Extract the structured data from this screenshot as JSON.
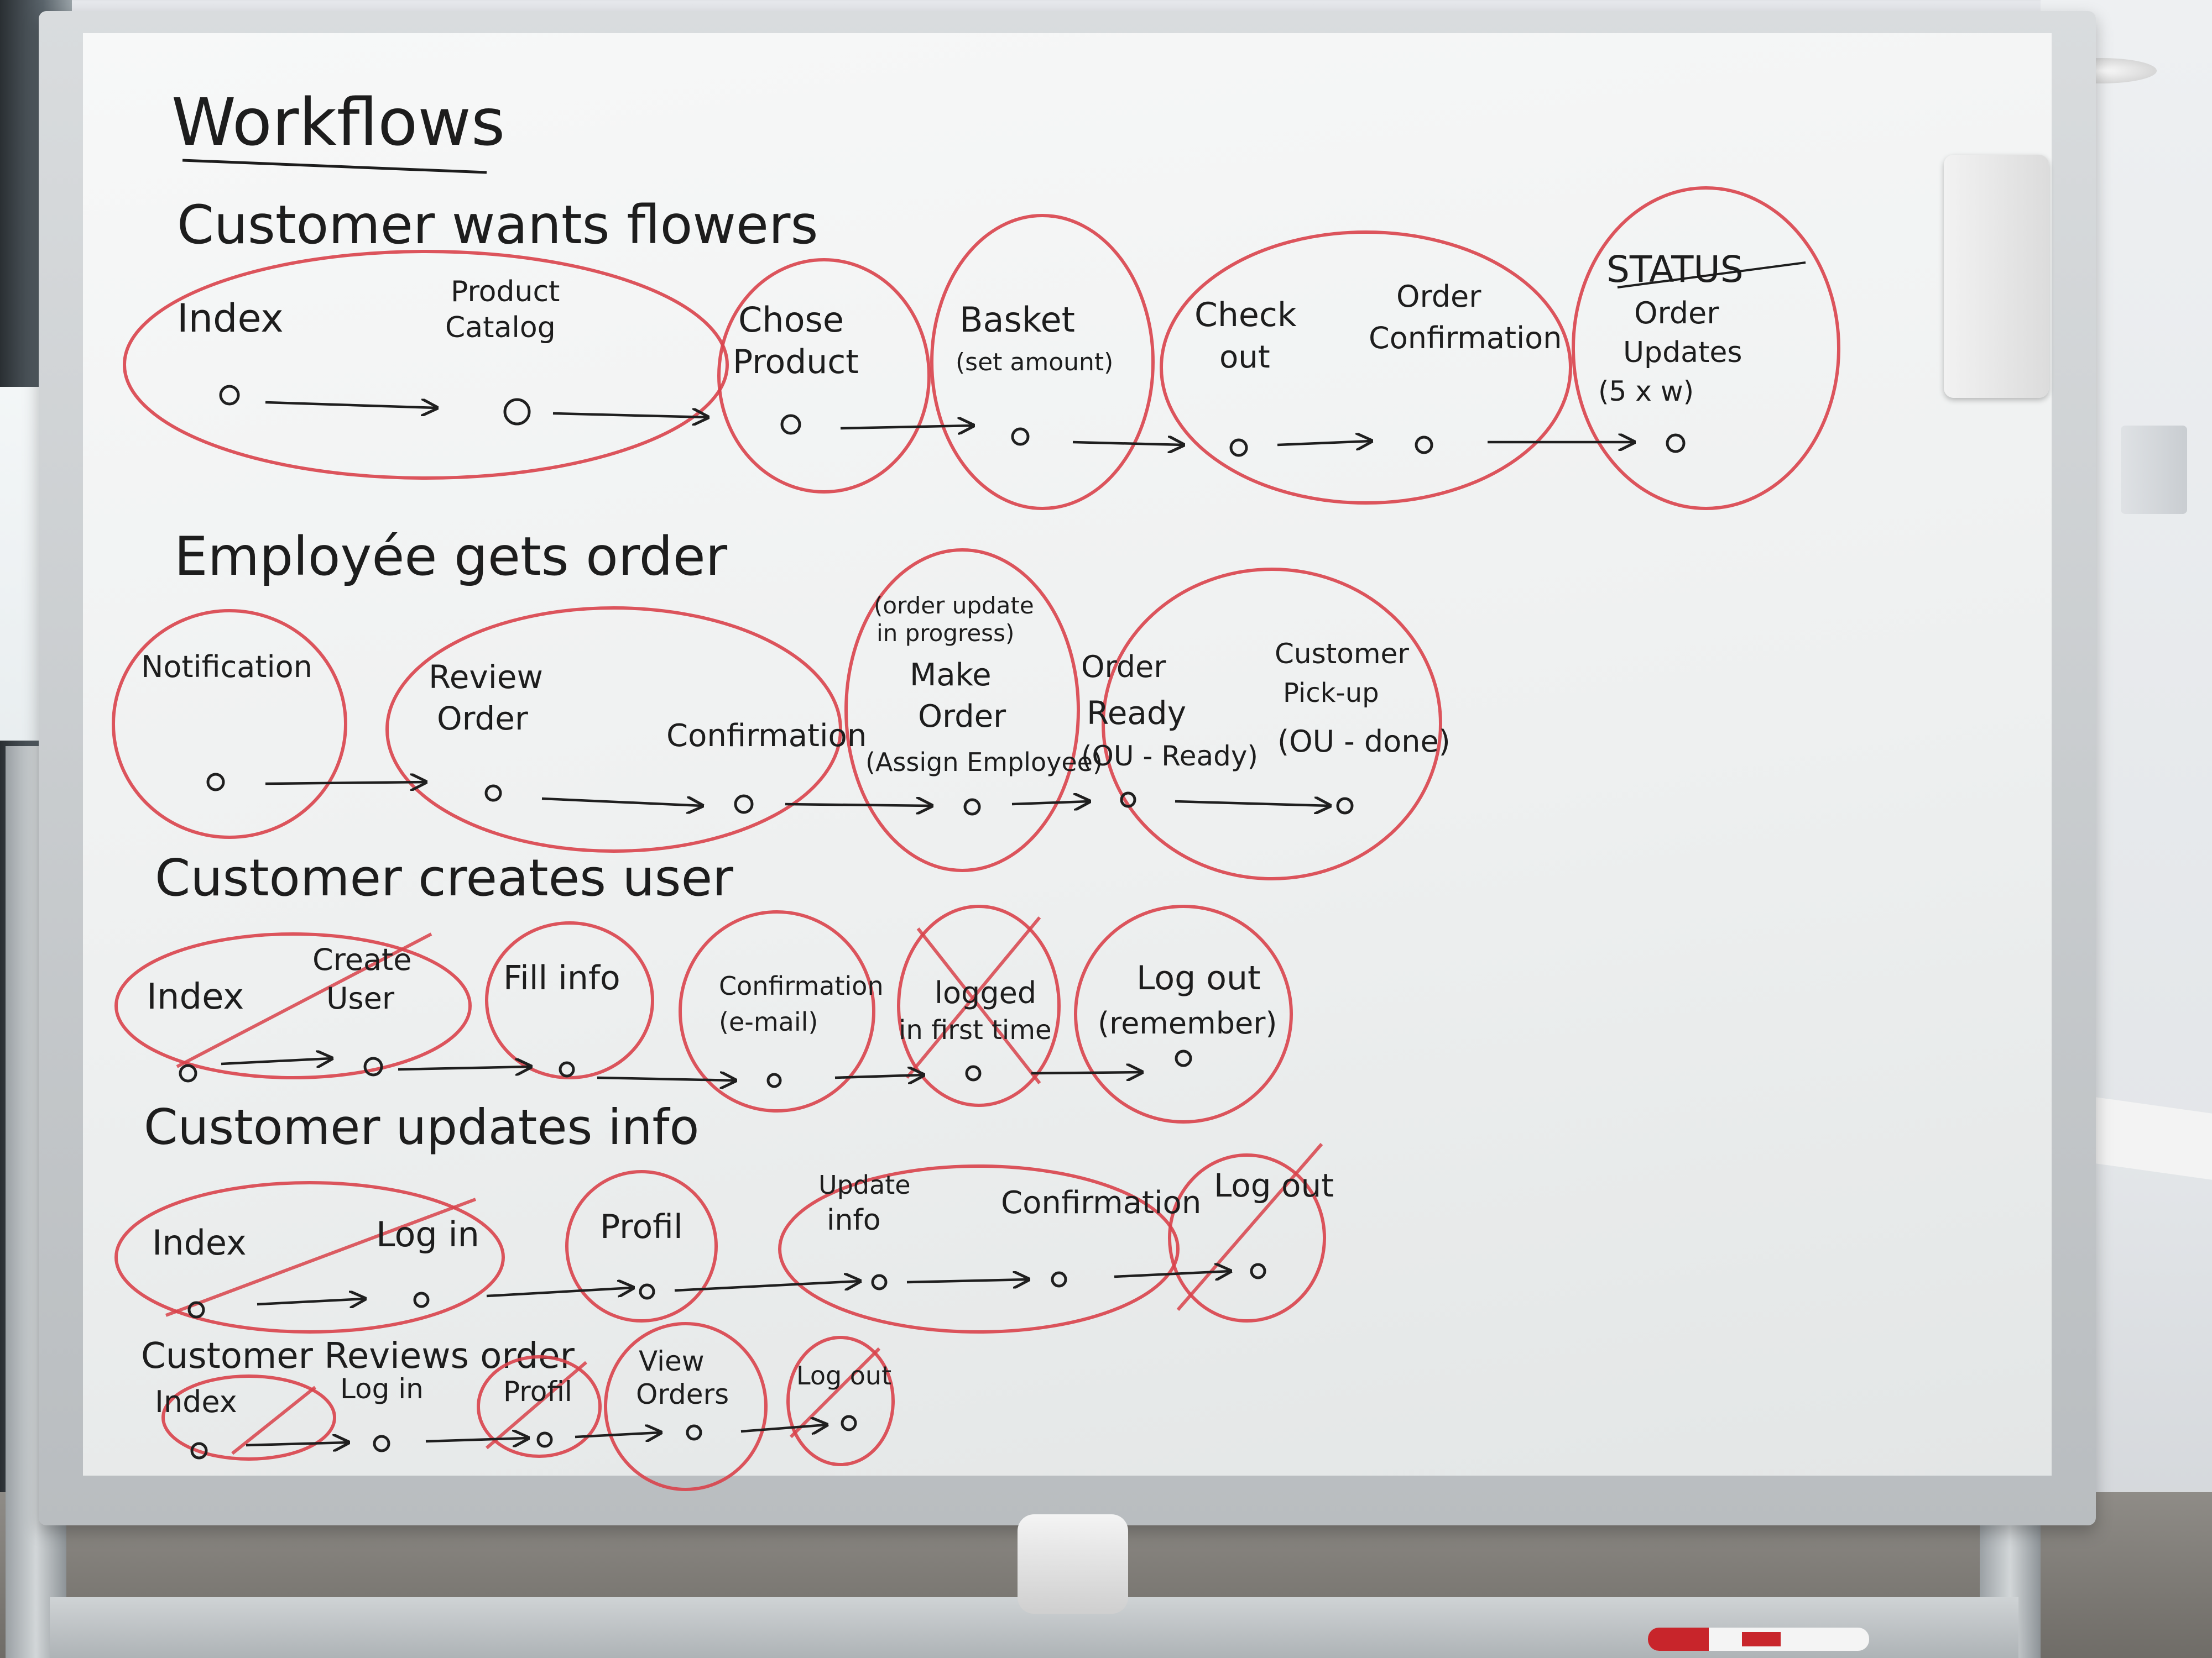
{
  "board": {
    "title": "Workflows",
    "sections": [
      {
        "heading": "Customer wants flowers",
        "steps": [
          {
            "label": "Index"
          },
          {
            "label": "Product",
            "label2": "Catalog"
          },
          {
            "label": "Chose",
            "label2": "Product"
          },
          {
            "label": "Basket",
            "label2": "(set amount)"
          },
          {
            "label": "Check",
            "label2": "out"
          },
          {
            "label": "Order",
            "label2": "Confirmation"
          },
          {
            "label": "STATUS",
            "label2": "Order",
            "label3": "Updates",
            "label4": "(5 x w)"
          }
        ]
      },
      {
        "heading": "Employée gets order",
        "steps": [
          {
            "label": "Notification"
          },
          {
            "label": "Review",
            "label2": "Order"
          },
          {
            "label": "Confirmation"
          },
          {
            "label": "(order update",
            "label2": "in progress)",
            "label3": "Make",
            "label4": "Order",
            "label5": "(Assign Employee)"
          },
          {
            "label": "Order",
            "label2": "Ready",
            "label3": "(OU - Ready)"
          },
          {
            "label": "Customer",
            "label2": "Pick-up",
            "label3": "(OU - done)"
          }
        ]
      },
      {
        "heading": "Customer creates user",
        "steps": [
          {
            "label": "Index"
          },
          {
            "label": "Create",
            "label2": "User"
          },
          {
            "label": "Fill info"
          },
          {
            "label": "Confirmation",
            "label2": "(e-mail)"
          },
          {
            "label": "logged",
            "label2": "in first time"
          },
          {
            "label": "Log out",
            "label2": "(remember)"
          }
        ]
      },
      {
        "heading": "Customer updates info",
        "steps": [
          {
            "label": "Index"
          },
          {
            "label": "Log in"
          },
          {
            "label": "Profil"
          },
          {
            "label": "Update",
            "label2": "info"
          },
          {
            "label": "Confirmation"
          },
          {
            "label": "Log out"
          }
        ]
      },
      {
        "heading": "Customer Reviews order",
        "steps": [
          {
            "label": "Index"
          },
          {
            "label": "Log in"
          },
          {
            "label": "Profil"
          },
          {
            "label": "View",
            "label2": "Orders"
          },
          {
            "label": "Log out"
          }
        ]
      }
    ]
  },
  "colors": {
    "ink": "#1d1d1d",
    "marker_red": "#d9434b",
    "board_white": "#f3f4f4",
    "frame_gray": "#c4c8cb"
  },
  "icons": {
    "marker": "red-whiteboard-marker-icon",
    "eraser": "whiteboard-eraser-icon"
  }
}
